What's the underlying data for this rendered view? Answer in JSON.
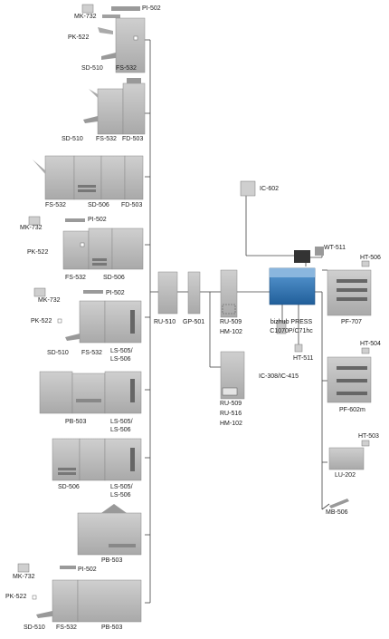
{
  "labels": {
    "pi502": "PI-502",
    "mk732": "MK-732",
    "pk522": "PK-522",
    "sd510": "SD-510",
    "fs532": "FS-532",
    "fd503": "FD-503",
    "sd506": "SD-506",
    "ls505_1": "LS-505/",
    "ls505_2": "LS-506",
    "pb503": "PB-503",
    "ru510": "RU-510",
    "gp501": "GP-501",
    "ru509": "RU-509",
    "hm102": "HM-102",
    "ru516": "RU-516",
    "ic602": "IC-602",
    "wt511": "WT-511",
    "ht506": "HT-506",
    "ht504": "HT-504",
    "ht503": "HT-503",
    "ht511": "HT-511",
    "pf707": "PF-707",
    "pf602m": "PF-602m",
    "lu202": "LU-202",
    "mb506": "MB-506",
    "main1": "bizhub PRESS",
    "main2": "C1070P/C71hc",
    "ic308": "IC-308/IC-415"
  },
  "colors": {
    "body": "#b9b9b9",
    "panel": "#d7d7d7",
    "dark": "#8a8a8a",
    "line": "#444444",
    "accent": "#2f6fb0"
  }
}
